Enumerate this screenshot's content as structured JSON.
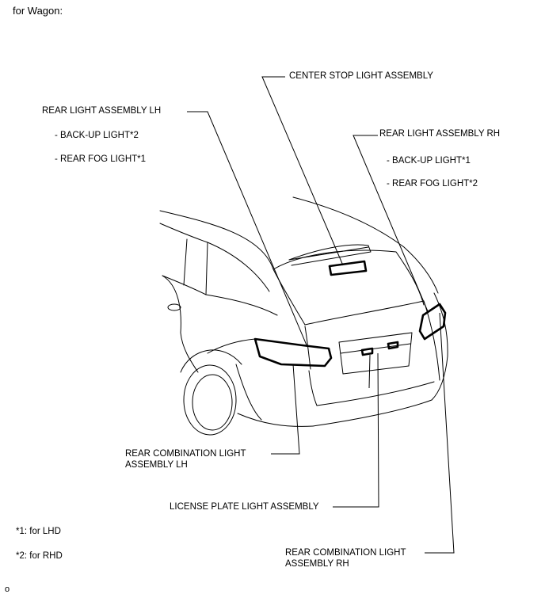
{
  "header": {
    "title": "for Wagon:"
  },
  "callouts": {
    "center_stop": "CENTER STOP LIGHT ASSEMBLY",
    "rear_lh": "REAR LIGHT ASSEMBLY LH",
    "rear_lh_backup": "- BACK-UP LIGHT*2",
    "rear_lh_fog": "- REAR FOG LIGHT*1",
    "rear_rh": "REAR LIGHT ASSEMBLY RH",
    "rear_rh_backup": "- BACK-UP LIGHT*1",
    "rear_rh_fog": "- REAR FOG LIGHT*2",
    "comb_lh_line1": "REAR COMBINATION LIGHT",
    "comb_lh_line2": "ASSEMBLY LH",
    "license_plate": "LICENSE PLATE LIGHT ASSEMBLY",
    "comb_rh_line1": "REAR COMBINATION LIGHT",
    "comb_rh_line2": "ASSEMBLY RH"
  },
  "notes": {
    "lhd": "*1: for LHD",
    "rhd": "*2: for RHD"
  },
  "footer": {
    "code": "o"
  }
}
